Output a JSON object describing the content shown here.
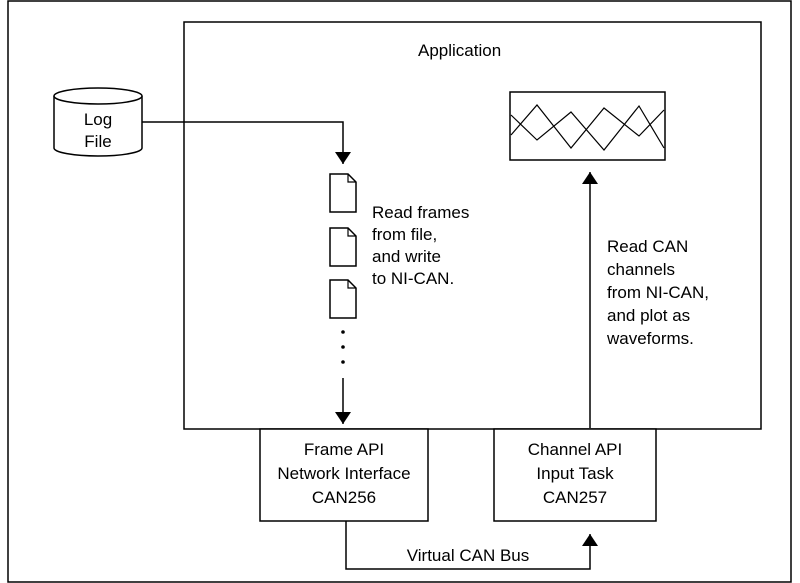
{
  "application": {
    "title": "Application"
  },
  "log_file": {
    "line1": "Log",
    "line2": "File"
  },
  "write_step": {
    "line1": "Read frames",
    "line2": "from file,",
    "line3": "and write",
    "line4": "to NI-CAN."
  },
  "read_step": {
    "line1": "Read CAN",
    "line2": "channels",
    "line3": "from NI-CAN,",
    "line4": "and plot as",
    "line5": "waveforms."
  },
  "frame_api": {
    "line1": "Frame API",
    "line2": "Network Interface",
    "line3": "CAN256"
  },
  "channel_api": {
    "line1": "Channel API",
    "line2": "Input Task",
    "line3": "CAN257"
  },
  "bus": {
    "label": "Virtual CAN Bus"
  },
  "colors": {
    "stroke": "#000000",
    "background": "#ffffff"
  }
}
